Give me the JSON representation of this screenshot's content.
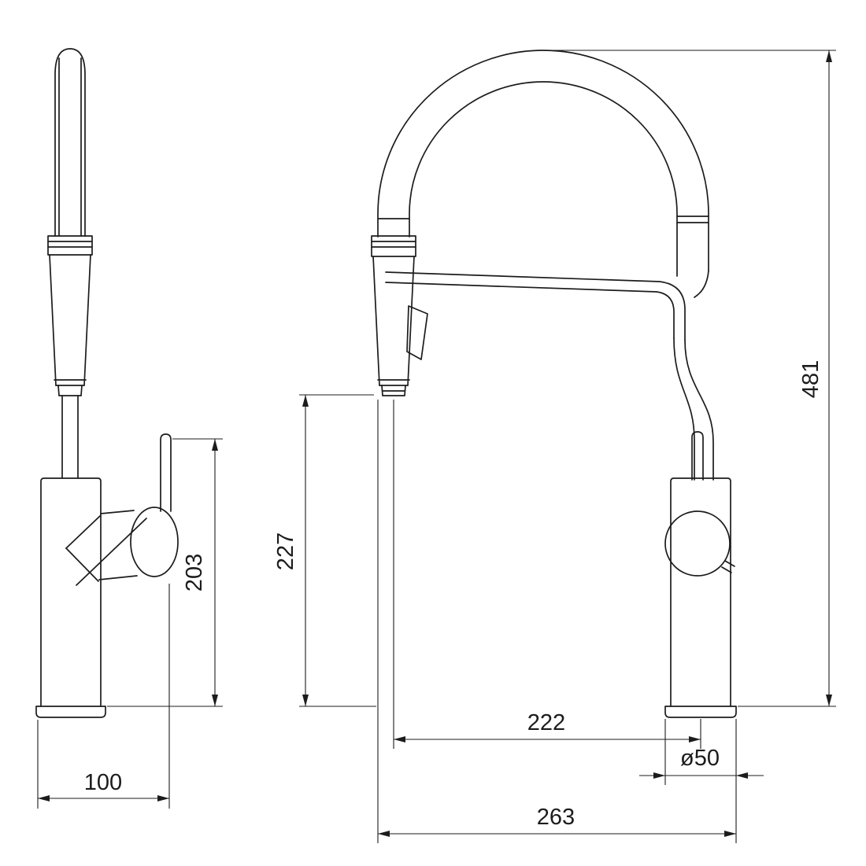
{
  "page": {
    "background_color": "#ffffff",
    "line_color": "#1c1c1c"
  },
  "drawing": {
    "dimensions": {
      "side_handle_height": "203",
      "side_base_depth": "100",
      "spout_outlet_height": "227",
      "spout_reach": "222",
      "base_diameter": "ø50",
      "overall_width": "263",
      "overall_height": "481"
    }
  }
}
